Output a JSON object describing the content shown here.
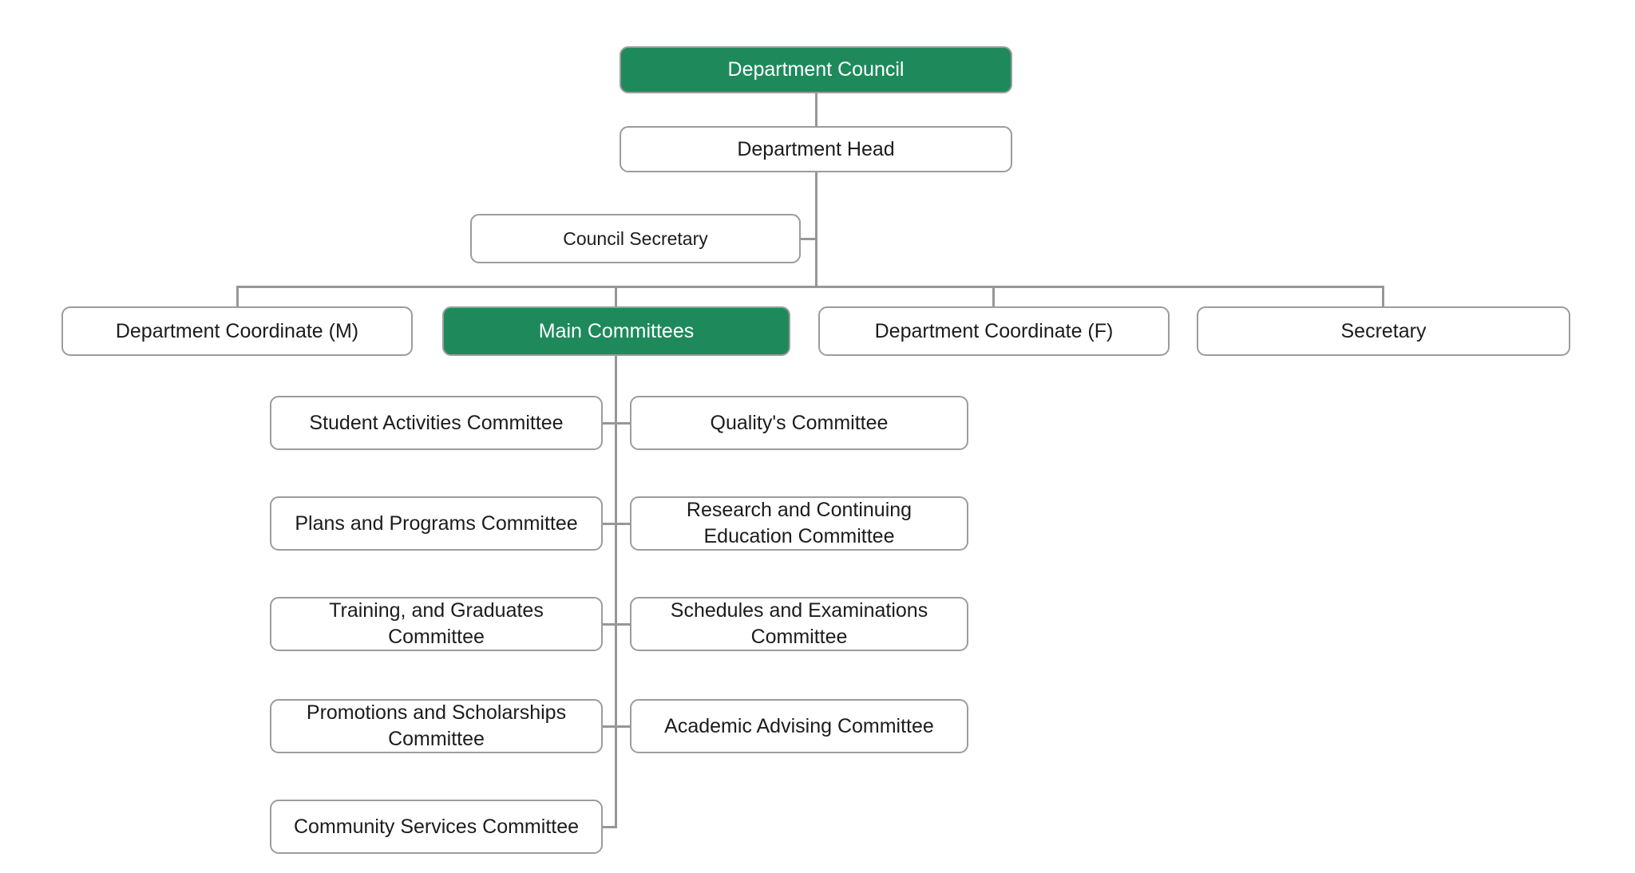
{
  "chart": {
    "root": {
      "label": "Department Council"
    },
    "head": {
      "label": "Department Head"
    },
    "council_secretary": {
      "label": "Council Secretary"
    },
    "row": [
      {
        "label": "Department Coordinate (M)"
      },
      {
        "label": "Main Committees"
      },
      {
        "label": "Department Coordinate (F)"
      },
      {
        "label": "Secretary"
      }
    ],
    "committees_left": [
      {
        "label": "Student Activities Committee"
      },
      {
        "label": "Plans and Programs Committee"
      },
      {
        "label": "Training, and Graduates Committee"
      },
      {
        "label": "Promotions and Scholarships Committee"
      },
      {
        "label": "Community Services Committee"
      }
    ],
    "committees_right": [
      {
        "label": "Quality's Committee"
      },
      {
        "label": "Research and Continuing Education Committee"
      },
      {
        "label": "Schedules and Examinations Committee"
      },
      {
        "label": "Academic Advising Committee"
      }
    ]
  },
  "colors": {
    "accent_green": "#1E8A5C",
    "box_border": "#9C9C9C",
    "connector": "#979797",
    "text_dark": "#1C1C1C",
    "text_on_green": "#FFFFFF"
  }
}
